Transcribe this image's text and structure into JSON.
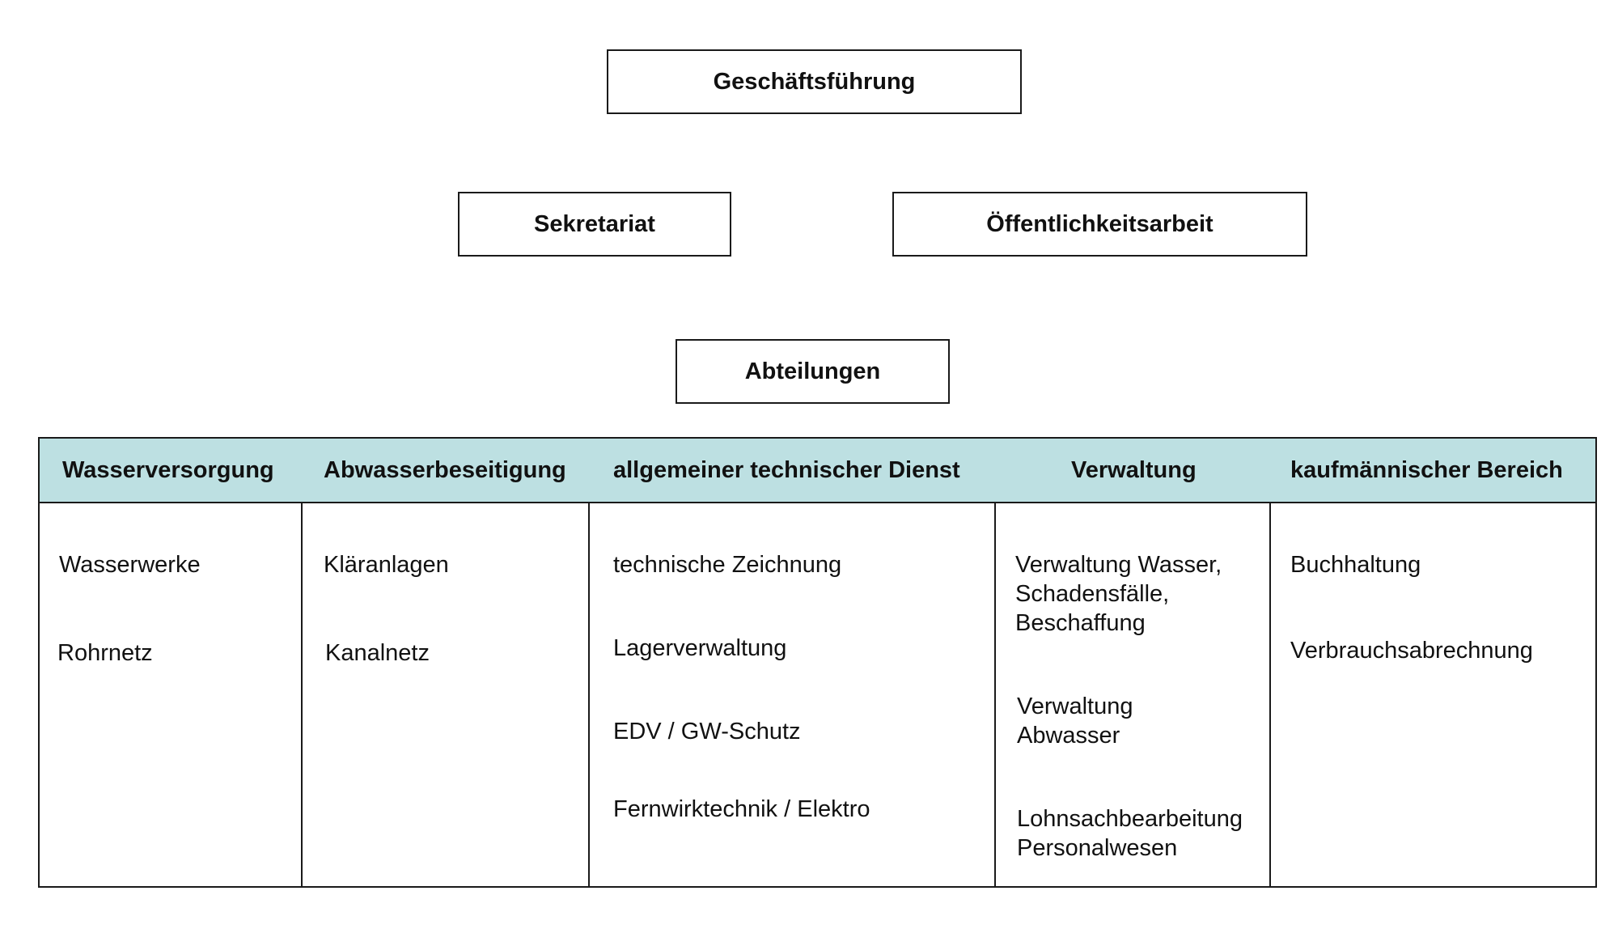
{
  "top": {
    "management": "Geschäftsführung",
    "secretariat": "Sekretariat",
    "public_relations": "Öffentlichkeitsarbeit",
    "departments": "Abteilungen"
  },
  "columns": [
    {
      "header": "Wasserversorgung",
      "items": [
        "Wasserwerke",
        "Rohrnetz"
      ]
    },
    {
      "header": "Abwasserbeseitigung",
      "items": [
        "Kläranlagen",
        "Kanalnetz"
      ]
    },
    {
      "header": "allgemeiner technischer Dienst",
      "items": [
        "technische Zeichnung",
        "Lagerverwaltung",
        "EDV / GW-Schutz",
        "Fernwirktechnik / Elektro"
      ]
    },
    {
      "header": "Verwaltung",
      "items": [
        [
          "Verwaltung Wasser,",
          "Schadensfälle,",
          "Beschaffung"
        ],
        [
          "Verwaltung",
          "Abwasser"
        ],
        [
          "Lohnsachbearbeitung",
          "Personalwesen"
        ]
      ]
    },
    {
      "header": "kaufmännischer Bereich",
      "items": [
        "Buchhaltung",
        "Verbrauchsabrechnung"
      ]
    }
  ],
  "colors": {
    "header_background": "#bde0e2",
    "border": "#1a1a1a"
  }
}
